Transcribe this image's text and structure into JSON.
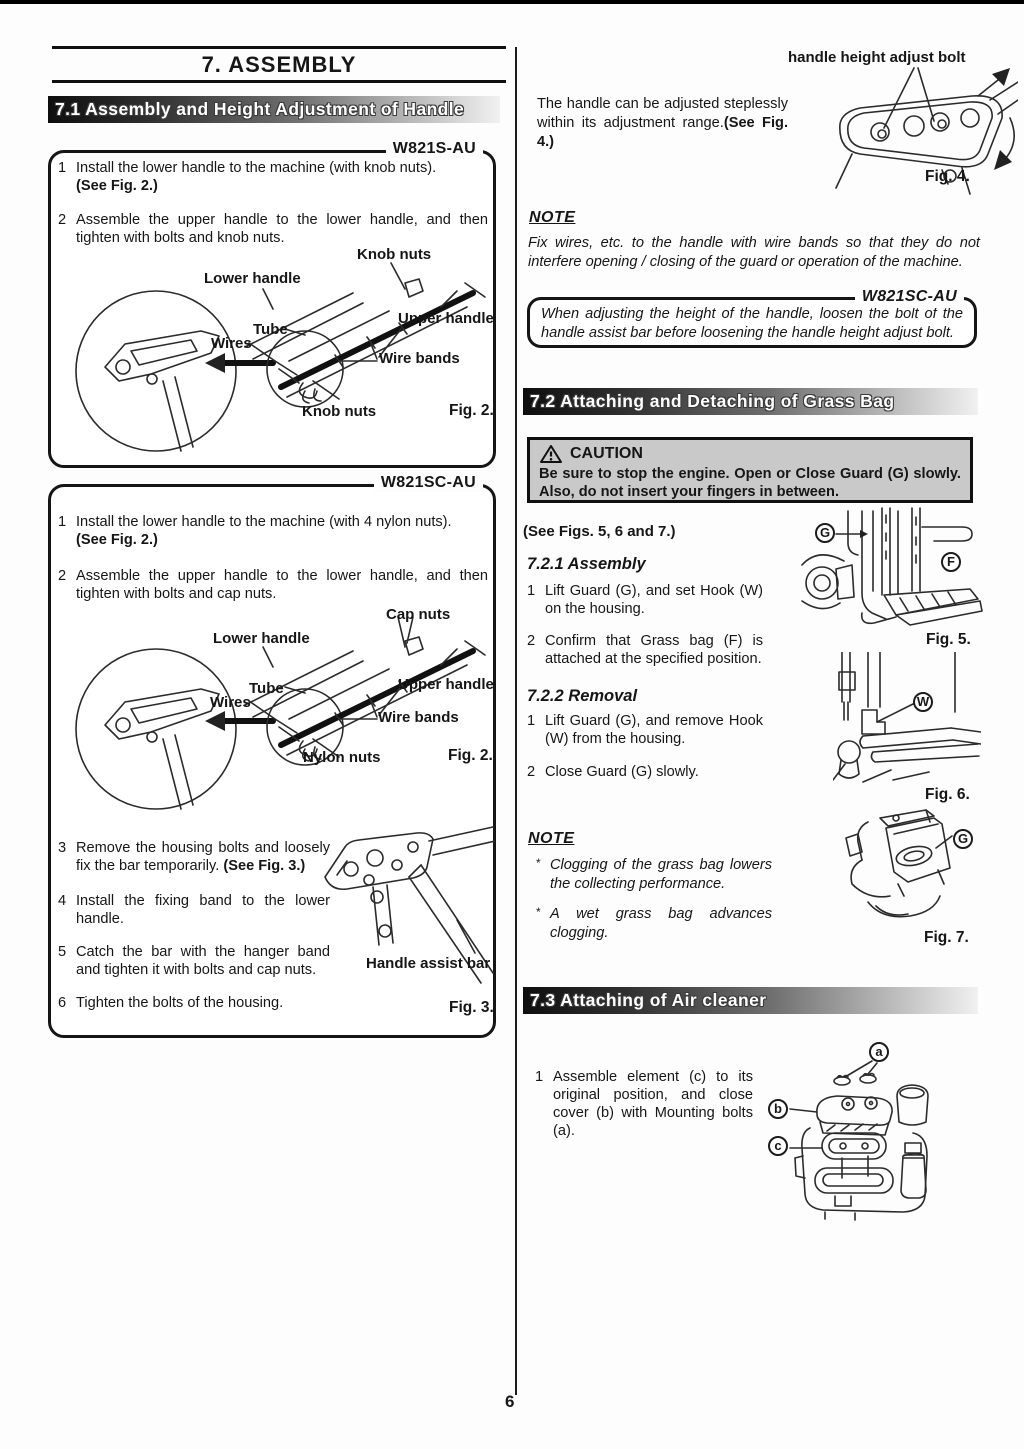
{
  "page": {
    "title": "7. ASSEMBLY",
    "number": "6"
  },
  "s71": {
    "heading": "7.1 Assembly and Height Adjustment of Handle",
    "box_s": {
      "model": "W821S-AU",
      "step1_num": "1",
      "step1_text": "Install the lower handle to the machine (with knob nuts).",
      "step1_ref": "(See Fig. 2.)",
      "step2_num": "2",
      "step2_text": "Assemble the upper handle to the lower handle, and then tighten with bolts and knob nuts.",
      "fig": {
        "knob_nuts_top": "Knob nuts",
        "lower_handle": "Lower handle",
        "tube": "Tube",
        "wires": "Wires",
        "upper_handle": "Upper handle",
        "wire_bands": "Wire bands",
        "knob_nuts_bottom": "Knob nuts",
        "caption": "Fig. 2."
      }
    },
    "box_sc": {
      "model": "W821SC-AU",
      "step1_num": "1",
      "step1_text": "Install the lower handle to the machine (with 4 nylon nuts).",
      "step1_ref": "(See Fig. 2.)",
      "step2_num": "2",
      "step2_text": "Assemble the upper handle to the lower handle, and then tighten with bolts and cap nuts.",
      "fig": {
        "cap_nuts": "Cap nuts",
        "lower_handle": "Lower handle",
        "tube": "Tube",
        "wires": "Wires",
        "upper_handle": "Upper handle",
        "wire_bands": "Wire bands",
        "nylon_nuts": "Nylon nuts",
        "caption": "Fig. 2."
      },
      "step3_num": "3",
      "step3_text": "Remove the housing bolts and loosely fix the bar temporarily.",
      "step3_ref": "(See Fig. 3.)",
      "step4_num": "4",
      "step4_text": "Install the fixing band to the lower handle.",
      "step5_num": "5",
      "step5_text": "Catch the bar with the hanger band and tighten it with bolts and cap nuts.",
      "step6_num": "6",
      "step6_text": "Tighten the bolts of the housing.",
      "fig3": {
        "handle_assist_bar": "Handle assist bar",
        "caption": "Fig. 3."
      }
    },
    "handle_height_label": "handle height adjust bolt",
    "adjust_para_text": "The handle can be adjusted steplessly within its adjustment range.",
    "adjust_para_ref": "(See Fig. 4.)",
    "fig4_caption": "Fig. 4.",
    "note": {
      "title": "NOTE",
      "text": "Fix wires, etc. to the handle with wire bands so that they do not interfere opening / closing of the guard or operation of the machine."
    },
    "sc_note": {
      "model": "W821SC-AU",
      "text": "When adjusting the height of the handle, loosen the bolt of the handle assist bar before loosening the handle height adjust bolt."
    }
  },
  "s72": {
    "heading": "7.2 Attaching and Detaching of Grass Bag",
    "caution": {
      "title": "CAUTION",
      "text": "Be sure to stop the engine. Open or Close Guard (G) slowly. Also, do not insert your fingers in between."
    },
    "see_figs": "(See Figs. 5, 6 and 7.)",
    "assembly": {
      "title": "7.2.1 Assembly",
      "step1_num": "1",
      "step1_text": "Lift Guard (G), and set Hook (W) on the housing.",
      "step2_num": "2",
      "step2_text": "Confirm that Grass bag (F) is attached at the specified position."
    },
    "removal": {
      "title": "7.2.2 Removal",
      "step1_num": "1",
      "step1_text": "Lift Guard (G), and remove Hook (W) from the housing.",
      "step2_num": "2",
      "step2_text": "Close Guard (G) slowly."
    },
    "fig5": {
      "g": "G",
      "f": "F",
      "caption": "Fig. 5."
    },
    "fig6": {
      "w": "W",
      "caption": "Fig. 6."
    },
    "fig7": {
      "g": "G",
      "caption": "Fig. 7."
    },
    "note": {
      "title": "NOTE",
      "bullet_marker": "*",
      "bullet1": "Clogging of the grass bag lowers the collecting performance.",
      "bullet2": "A wet grass bag advances clogging."
    }
  },
  "s73": {
    "heading": "7.3 Attaching of Air cleaner",
    "step1_num": "1",
    "step1_text": "Assemble element (c) to its original position, and close cover (b) with Mounting bolts (a).",
    "fig": {
      "a": "a",
      "b": "b",
      "c": "c"
    }
  }
}
